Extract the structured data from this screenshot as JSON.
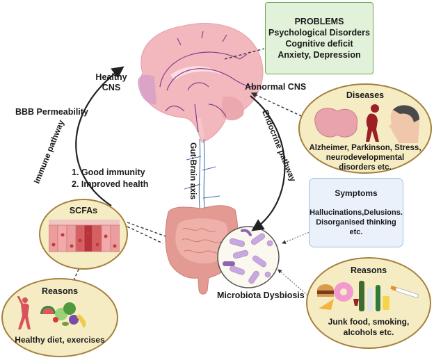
{
  "problems_box": {
    "title": "PROBLEMS",
    "lines": [
      "Psychological Disorders",
      "Cognitive deficit",
      "Anxiety, Depression"
    ]
  },
  "labels": {
    "healthy_cns_1": "Healthy",
    "healthy_cns_2": "CNS",
    "abnormal_cns": "Abnormal CNS",
    "bbb_permeability": "BBB Permeability",
    "immune_pathway": "Immune pathway",
    "endocrine_pathway": "Endocrine pathway",
    "gut_brain_axis": "Gut-Brain axis",
    "microbiota_dysbiosis": "Microbiota Dysbiosis"
  },
  "benefits": [
    "1.  Good immunity",
    "2.  Improved health"
  ],
  "diseases": {
    "title": "Diseases",
    "lines": [
      "Alzheimer, Parkinson, Stress,",
      "neurodevelopmental",
      "disorders etc."
    ]
  },
  "symptoms": {
    "title": "Symptoms",
    "lines": [
      "Hallucinations,Delusions.",
      "Disorganised thinking",
      "etc."
    ]
  },
  "reasons_bad": {
    "title": "Reasons",
    "lines": [
      "Junk food, smoking,",
      "alcohols etc."
    ]
  },
  "scfas": {
    "title": "SCFAs"
  },
  "reasons_good": {
    "title": "Reasons",
    "lines": [
      "Healthy diet, exercises"
    ]
  },
  "colors": {
    "problems_bg": "#e2f1d9",
    "problems_border": "#6aa84f",
    "symptoms_bg": "#eaf1fb",
    "symptoms_border": "#9fbde6",
    "ellipse_bg": "#f5ecc4",
    "ellipse_border": "#a57f3c",
    "brain": "#f2b8bd",
    "nerve": "#4a6fa5",
    "gut": "#e39a93",
    "bacteria": "#c9a8df"
  }
}
